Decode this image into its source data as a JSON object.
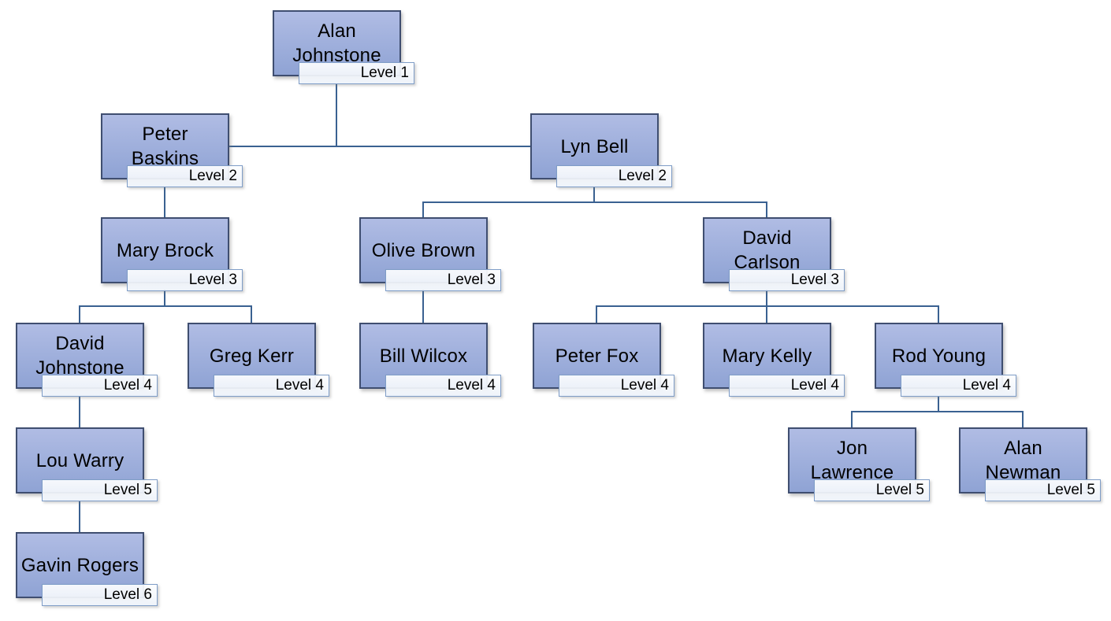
{
  "diagram": {
    "type": "org-chart",
    "colors": {
      "node_fill_top": "#b0bce4",
      "node_fill_bottom": "#8fa3d4",
      "node_border": "#3f4e70",
      "label_border": "#7f9dc7",
      "connector": "#3a6191",
      "text": "#000000"
    },
    "nodes": [
      {
        "id": "alan-johnstone",
        "name": "Alan\nJohnstone",
        "level_label": "Level 1",
        "parent": null
      },
      {
        "id": "peter-baskins",
        "name": "Peter\nBaskins",
        "level_label": "Level 2",
        "parent": "alan-johnstone"
      },
      {
        "id": "lyn-bell",
        "name": "Lyn Bell",
        "level_label": "Level 2",
        "parent": "alan-johnstone"
      },
      {
        "id": "mary-brock",
        "name": "Mary Brock",
        "level_label": "Level 3",
        "parent": "peter-baskins"
      },
      {
        "id": "olive-brown",
        "name": "Olive Brown",
        "level_label": "Level 3",
        "parent": "lyn-bell"
      },
      {
        "id": "david-carlson",
        "name": "David\nCarlson",
        "level_label": "Level 3",
        "parent": "lyn-bell"
      },
      {
        "id": "david-johnstone",
        "name": "David\nJohnstone",
        "level_label": "Level 4",
        "parent": "mary-brock"
      },
      {
        "id": "greg-kerr",
        "name": "Greg Kerr",
        "level_label": "Level 4",
        "parent": "mary-brock"
      },
      {
        "id": "bill-wilcox",
        "name": "Bill Wilcox",
        "level_label": "Level 4",
        "parent": "olive-brown"
      },
      {
        "id": "peter-fox",
        "name": "Peter Fox",
        "level_label": "Level 4",
        "parent": "david-carlson"
      },
      {
        "id": "mary-kelly",
        "name": "Mary Kelly",
        "level_label": "Level 4",
        "parent": "david-carlson"
      },
      {
        "id": "rod-young",
        "name": "Rod Young",
        "level_label": "Level 4",
        "parent": "david-carlson"
      },
      {
        "id": "lou-warry",
        "name": "Lou Warry",
        "level_label": "Level 5",
        "parent": "david-johnstone"
      },
      {
        "id": "jon-lawrence",
        "name": "Jon\nLawrence",
        "level_label": "Level 5",
        "parent": "rod-young"
      },
      {
        "id": "alan-newman",
        "name": "Alan\nNewman",
        "level_label": "Level 5",
        "parent": "rod-young"
      },
      {
        "id": "gavin-rogers",
        "name": "Gavin Rogers",
        "level_label": "Level 6",
        "parent": "lou-warry"
      }
    ]
  }
}
